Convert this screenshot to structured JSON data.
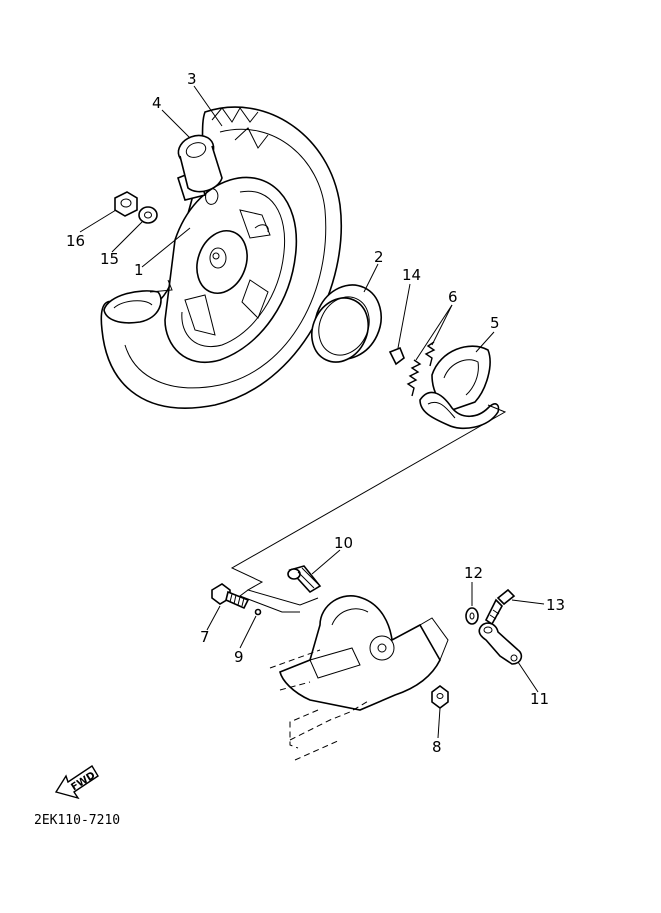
{
  "labels": {
    "p1": "1",
    "p2": "2",
    "p3": "3",
    "p4": "4",
    "p5": "5",
    "p6": "6",
    "p7": "7",
    "p8": "8",
    "p9": "9",
    "p10": "10",
    "p11": "11",
    "p12": "12",
    "p13": "13",
    "p14": "14",
    "p15": "15",
    "p16": "16"
  },
  "fwd_arrow": "FWD",
  "diagram_code": "2EK110-7210"
}
